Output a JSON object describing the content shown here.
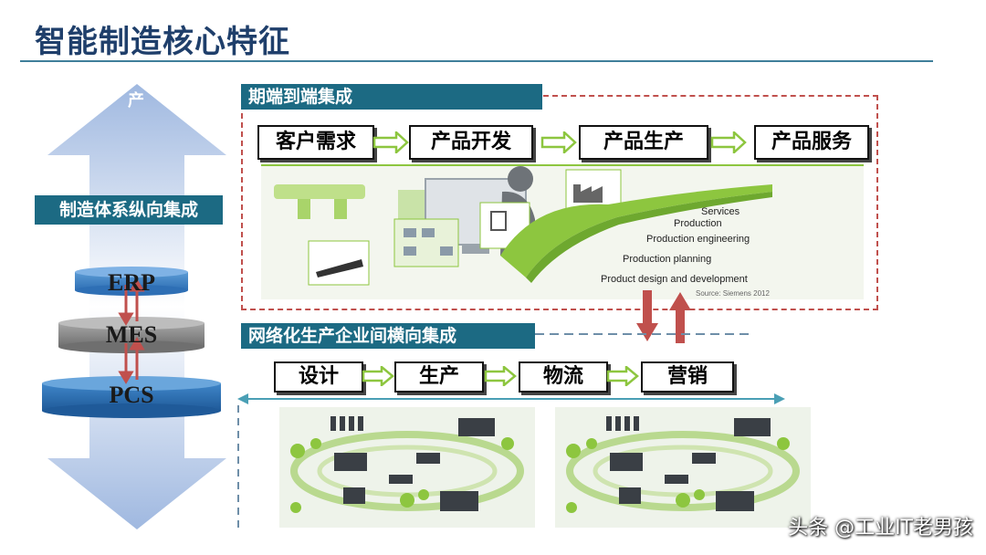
{
  "page": {
    "title": "智能制造核心特征"
  },
  "vertical_integration": {
    "banner_partial": "产",
    "label": "制造体系纵向集成",
    "layers": [
      "ERP",
      "MES",
      "PCS"
    ]
  },
  "lifecycle_integration": {
    "banner": "期端到端集成",
    "steps": [
      "客户需求",
      "产品开发",
      "产品生产",
      "产品服务"
    ],
    "illustration_labels": [
      "Services",
      "Production",
      "Production engineering",
      "Production planning",
      "Product design and development",
      "Source: Siemens 2012"
    ]
  },
  "horizontal_integration": {
    "banner": "网络化生产企业间横向集成",
    "steps": [
      "设计",
      "生产",
      "物流",
      "营销"
    ]
  },
  "watermark": "头条 @工业IT老男孩",
  "colors": {
    "banner": "#1c6a83",
    "title": "#1f3f6b",
    "dashed_border": "#c0504d",
    "arrow_green": "#8dc63f",
    "arrow_red": "#c0504d"
  }
}
